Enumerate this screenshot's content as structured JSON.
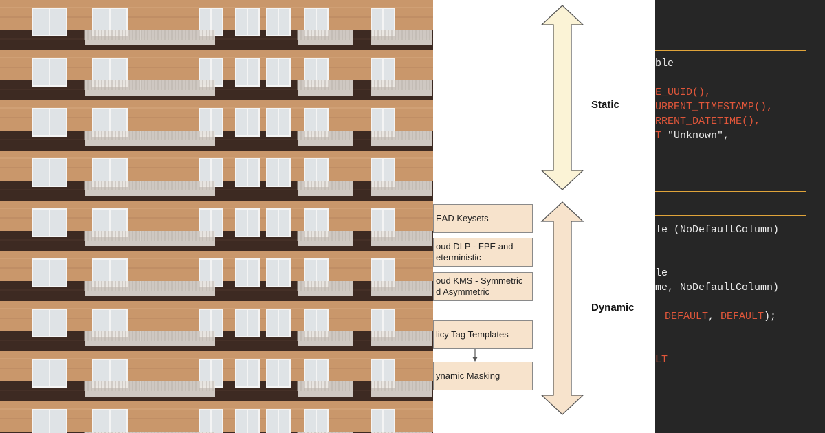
{
  "diagram": {
    "static_label": "Static",
    "dynamic_label": "Dynamic",
    "boxes": [
      "EAD Keysets",
      "oud DLP - FPE and\neterministic",
      "oud KMS - Symmetric\nd Asymmetric",
      "licy Tag Templates",
      "ynamic Masking"
    ]
  },
  "code": {
    "block1": [
      {
        "text": "ble",
        "style": "plain"
      },
      {
        "text": "E_UUID(),",
        "style": "red"
      },
      {
        "text": "CURRENT_TIMESTAMP(),",
        "style": "red"
      },
      {
        "text": "URRENT_DATETIME(),",
        "style": "red"
      },
      {
        "text": "T \"Unknown\",",
        "style": "mixed"
      }
    ],
    "block2": [
      {
        "text": "le (NoDefaultColumn)",
        "style": "plain"
      },
      {
        "text": "le",
        "style": "plain"
      },
      {
        "text": "ame, NoDefaultColumn)",
        "style": "plain"
      },
      {
        "text": "DEFAULT, DEFAULT);",
        "style": "mixed2"
      },
      {
        "text": "LT",
        "style": "red"
      }
    ]
  },
  "colors": {
    "code_box_border": "#e0a43a",
    "code_keyword": "#e0563a",
    "box_fill": "#f7e3cc",
    "arrow_static_fill": "#fbf3d6",
    "arrow_dynamic_fill": "#f7e3cc"
  }
}
